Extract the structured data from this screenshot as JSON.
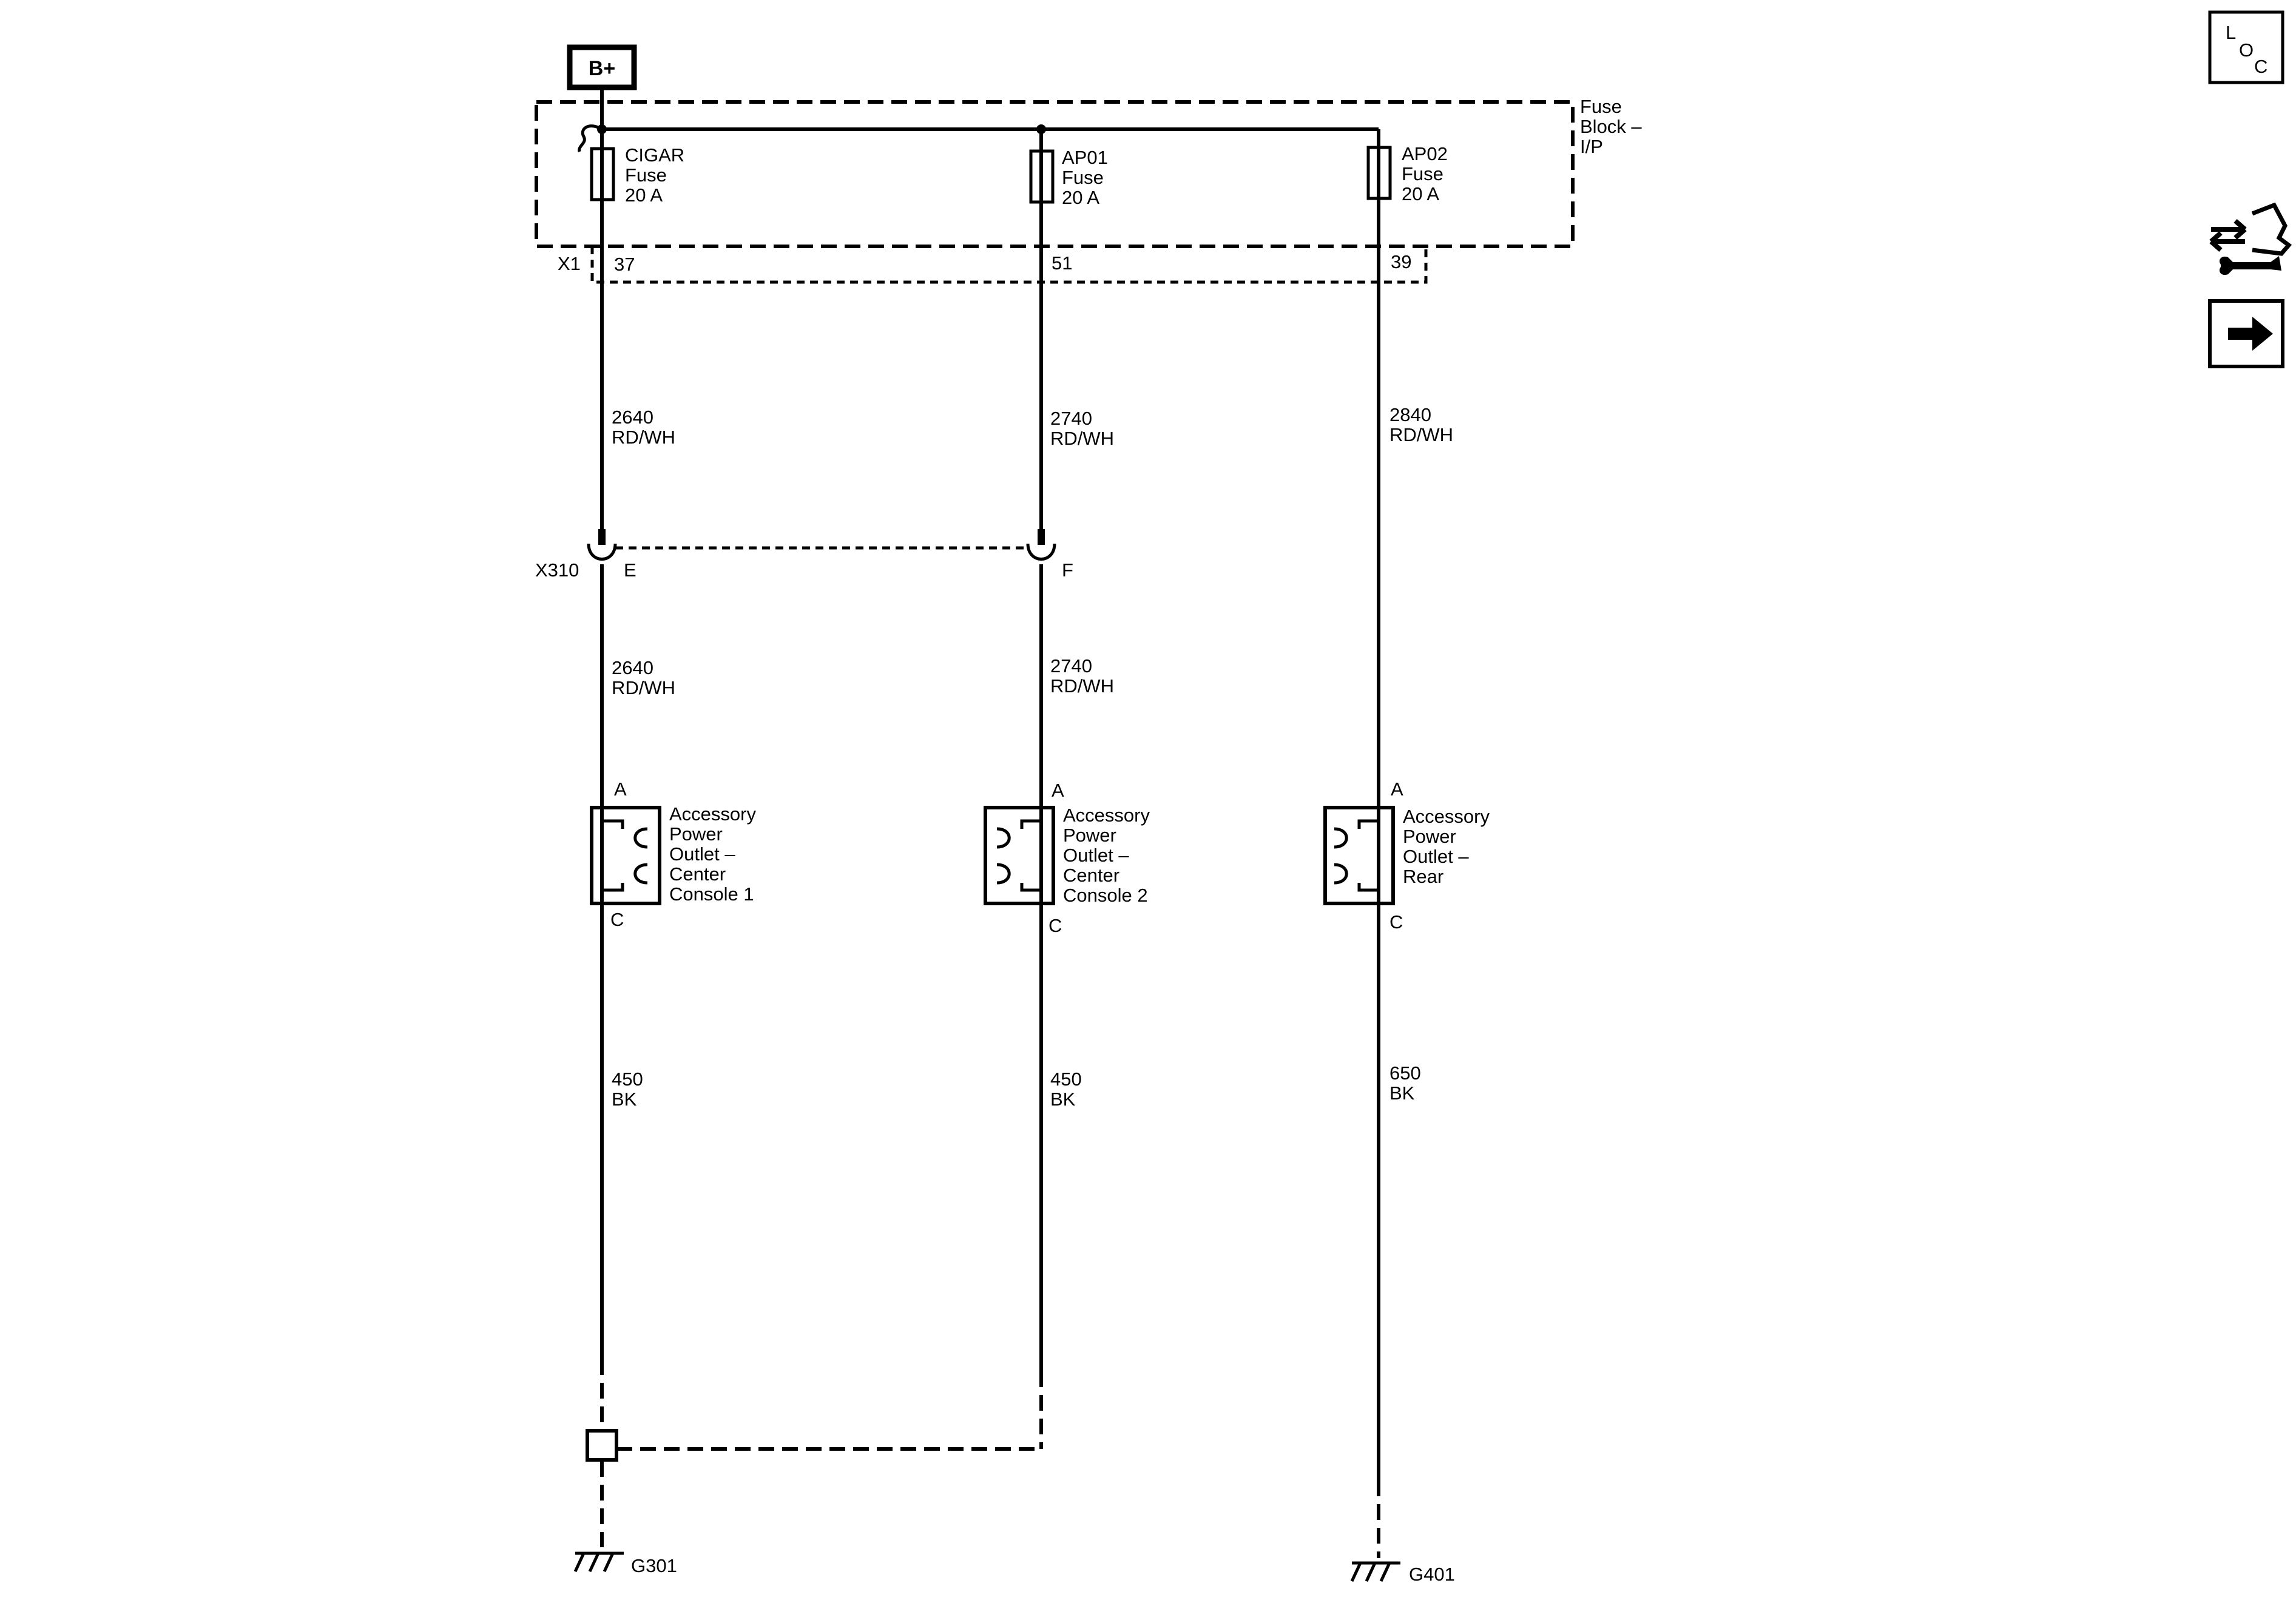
{
  "power_source": {
    "label": "B+"
  },
  "fuse_block": {
    "label_lines": [
      "Fuse",
      "Block –",
      "I/P"
    ],
    "connector": "X1"
  },
  "fuses": [
    {
      "name_lines": [
        "CIGAR",
        "Fuse",
        "20 A"
      ],
      "pin": "37"
    },
    {
      "name_lines": [
        "AP01",
        "Fuse",
        "20 A"
      ],
      "pin": "51"
    },
    {
      "name_lines": [
        "AP02",
        "Fuse",
        "20 A"
      ],
      "pin": "39"
    }
  ],
  "upper_wires": [
    {
      "circuit": "2640",
      "color": "RD/WH"
    },
    {
      "circuit": "2740",
      "color": "RD/WH"
    },
    {
      "circuit": "2840",
      "color": "RD/WH"
    }
  ],
  "inline_connector": {
    "name": "X310",
    "pins": [
      "E",
      "F"
    ]
  },
  "middle_wires": [
    {
      "circuit": "2640",
      "color": "RD/WH"
    },
    {
      "circuit": "2740",
      "color": "RD/WH"
    }
  ],
  "outlets": [
    {
      "label_lines": [
        "Accessory",
        "Power",
        "Outlet –",
        "Center",
        "Console 1"
      ],
      "pin_top": "A",
      "pin_bottom": "C"
    },
    {
      "label_lines": [
        "Accessory",
        "Power",
        "Outlet –",
        "Center",
        "Console 2"
      ],
      "pin_top": "A",
      "pin_bottom": "C"
    },
    {
      "label_lines": [
        "Accessory",
        "Power",
        "Outlet –",
        "Rear"
      ],
      "pin_top": "A",
      "pin_bottom": "C"
    }
  ],
  "ground_wires": [
    {
      "circuit": "450",
      "color": "BK"
    },
    {
      "circuit": "450",
      "color": "BK"
    },
    {
      "circuit": "650",
      "color": "BK"
    }
  ],
  "grounds": [
    "G301",
    "G401"
  ],
  "side_buttons": {
    "loc": {
      "letters": [
        "L",
        "O",
        "C"
      ],
      "icon": "location-icon"
    },
    "connector_info": {
      "icon": "connector-wrench-icon"
    },
    "next": {
      "icon": "right-arrow-icon"
    }
  }
}
